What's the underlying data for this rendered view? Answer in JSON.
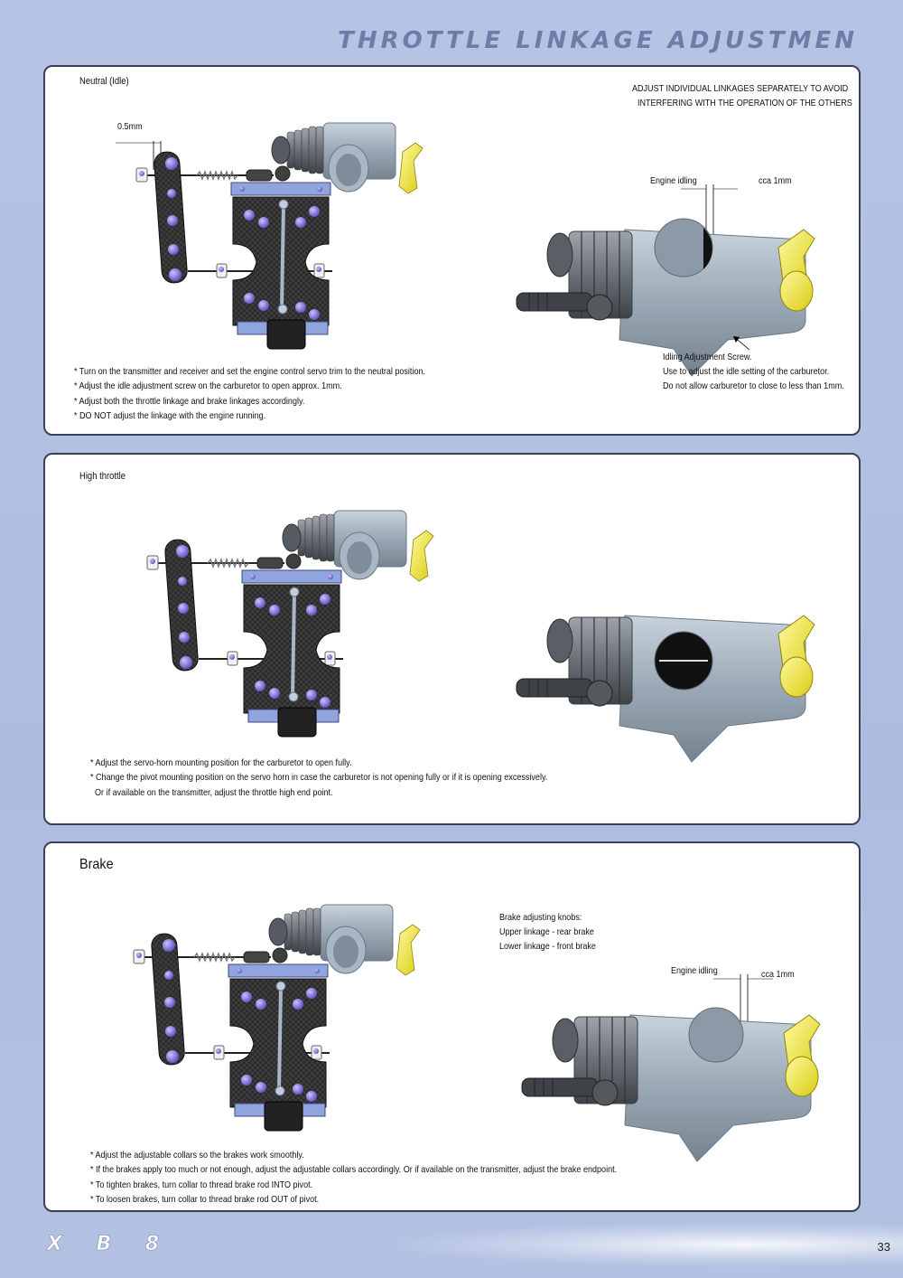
{
  "header": {
    "title": "THROTTLE LINKAGE ADJUSTMEN"
  },
  "panel_neutral": {
    "heading": "Neutral (Idle)",
    "warning_lines": [
      "ADJUST INDIVIDUAL LINKAGES SEPARATELY TO AVOID",
      "INTERFERING WITH THE OPERATION OF THE OTHERS"
    ],
    "gap_label": "0.5mm",
    "engine_idling_label": "Engine idling",
    "cca_label": "cca 1mm",
    "screw_note_lines": [
      "Idling Adjustment Screw.",
      "Use to adjust the idle setting of the carburetor.",
      "Do not allow carburetor to close to less than 1mm."
    ],
    "notes": [
      "* Turn on the transmitter and receiver and set the engine control servo trim to the neutral position.",
      "* Adjust the idle adjustment screw on the carburetor to open approx. 1mm.",
      "* Adjust both the throttle linkage and brake linkages accordingly.",
      "* DO NOT adjust the linkage with the engine running."
    ]
  },
  "panel_high": {
    "heading": "High throttle",
    "notes": [
      "* Adjust the servo-horn mounting position for the carburetor to open fully.",
      "* Change the pivot mounting position on the servo horn in case the carburetor is not opening fully or if it is opening excessively.",
      "  Or if available on the transmitter, adjust the throttle high end point."
    ]
  },
  "panel_brake": {
    "heading": "Brake",
    "knobs_lines": [
      "Brake adjusting knobs:",
      "Upper linkage - rear brake",
      "Lower linkage - front brake"
    ],
    "engine_idling_label": "Engine idling",
    "cca_label": "cca 1mm",
    "notes": [
      "* Adjust the adjustable collars so the brakes work smoothly.",
      "* If the brakes apply too much or not enough, adjust the adjustable collars accordingly. Or if available on the transmitter, adjust the brake endpoint.",
      "* To tighten brakes, turn collar to thread brake rod INTO pivot.",
      "* To loosen brakes, turn collar to thread brake rod OUT of pivot."
    ]
  },
  "footer": {
    "logo": "XB8",
    "page_number": "33"
  },
  "colors": {
    "panel_border": "#3a3f5a",
    "title": "#6e7da8",
    "background": "#b6c3e4",
    "accent_purple": "#8a7fd9",
    "accent_yellow": "#f2ea2a"
  }
}
